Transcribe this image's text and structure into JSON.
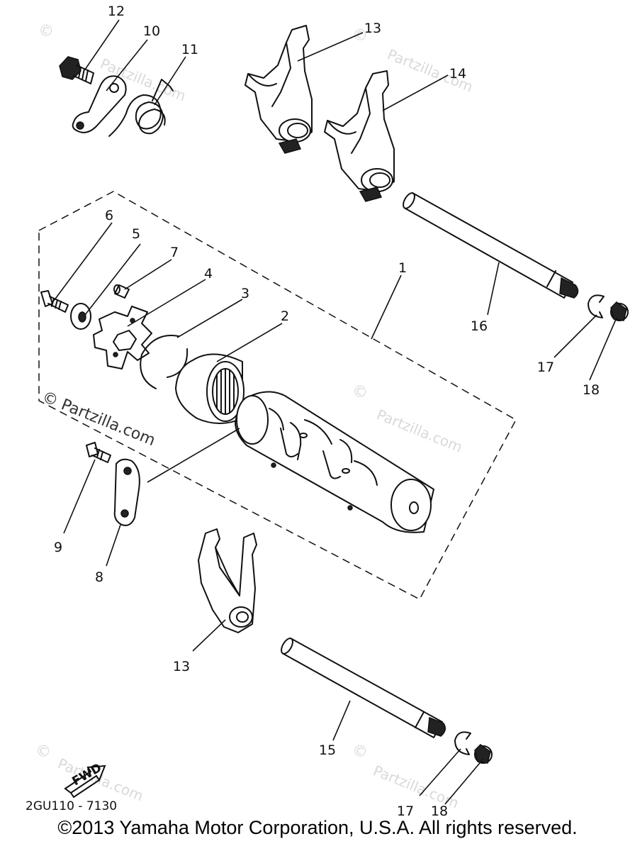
{
  "diagram": {
    "callouts": {
      "c1": "1",
      "c2": "2",
      "c3": "3",
      "c4": "4",
      "c5": "5",
      "c6": "6",
      "c7": "7",
      "c8": "8",
      "c9": "9",
      "c10": "10",
      "c11": "11",
      "c12": "12",
      "c13a": "13",
      "c13b": "13",
      "c14": "14",
      "c15": "15",
      "c16": "16",
      "c17a": "17",
      "c17b": "17",
      "c18a": "18",
      "c18b": "18"
    },
    "watermark": "Partzilla.com",
    "watermark_main": "© Partzilla.com",
    "fwd_label": "FWD",
    "diagram_code": "2GU110 - 7130"
  },
  "footer": {
    "copyright": "©2013 Yamaha Motor Corporation, U.S.A. All rights reserved."
  }
}
